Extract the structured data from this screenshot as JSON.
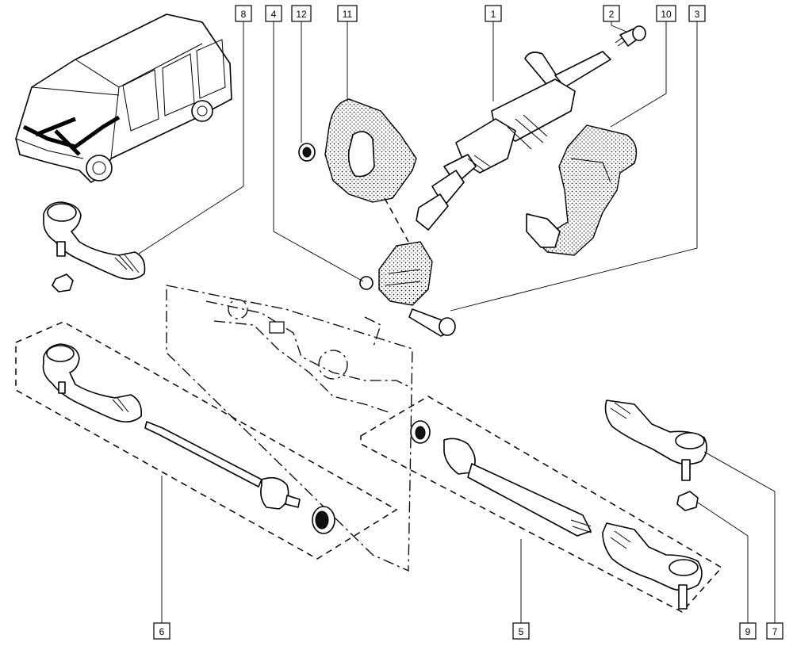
{
  "callouts": [
    {
      "id": "8",
      "text": "8"
    },
    {
      "id": "4",
      "text": "4"
    },
    {
      "id": "12",
      "text": "12"
    },
    {
      "id": "11",
      "text": "11"
    },
    {
      "id": "1",
      "text": "1"
    },
    {
      "id": "2",
      "text": "2"
    },
    {
      "id": "10",
      "text": "10"
    },
    {
      "id": "3",
      "text": "3"
    },
    {
      "id": "6",
      "text": "6"
    },
    {
      "id": "5",
      "text": "5"
    },
    {
      "id": "9",
      "text": "9"
    },
    {
      "id": "7",
      "text": "7"
    }
  ],
  "parts": [
    "vehicle",
    "steering-column",
    "column-bolt",
    "pedal-shroud",
    "column-bracket",
    "bulkhead-seal",
    "dust-cap",
    "steering-rack",
    "tie-rod-end",
    "tie-rod",
    "nut",
    "bolt"
  ]
}
